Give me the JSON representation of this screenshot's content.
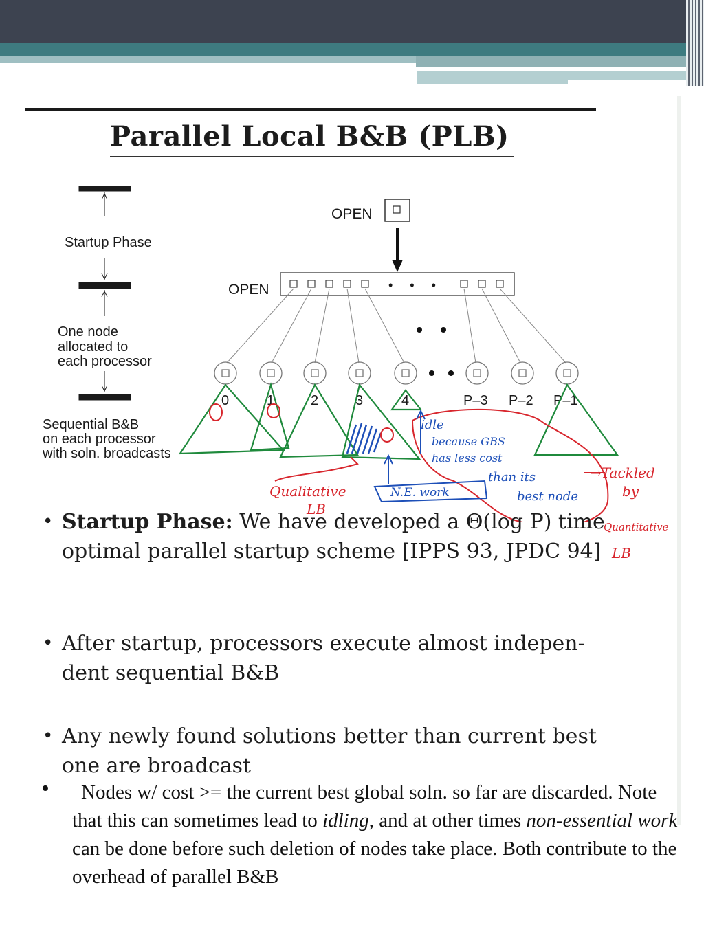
{
  "slide": {
    "title": "Parallel Local B&B (PLB)"
  },
  "diagram": {
    "open_top_label": "OPEN",
    "open_list_label": "OPEN",
    "phases": [
      "Startup Phase",
      "One node",
      "allocated to",
      "each processor",
      "Sequential B&B",
      "on each processor",
      "with soln. broadcasts"
    ],
    "processor_labels": [
      "0",
      "1",
      "2",
      "3",
      "4",
      "P–3",
      "P–2",
      "P–1"
    ],
    "ellipsis": "• • •",
    "annotations": {
      "idle_note": [
        "idle",
        "because GBS",
        "has less cost",
        "than its",
        "best node"
      ],
      "tackled_note": [
        "→Tackled",
        "by",
        "Quantitative",
        "LB"
      ],
      "qualitative_note": [
        "Qualitative",
        "LB"
      ],
      "ne_work": "N.E. work"
    }
  },
  "bullets": [
    {
      "bold_lead": "Startup Phase:",
      "text": " We have developed a Θ(log P) time optimal parallel startup scheme [IPPS 93, JPDC 94]"
    },
    {
      "text": "After startup, processors execute almost indepen-dent sequential B&B"
    },
    {
      "text": "Any newly found solutions better than current best one are broadcast"
    }
  ],
  "final_bullet": {
    "part1": "Nodes w/ cost >= the current best global soln. so far are discarded. Note that this can sometimes lead to ",
    "em1": "idling",
    "part2": ", and at other times ",
    "em2": "non-essential work",
    "part3": " can be done before such deletion of nodes take place. Both contribute to the overhead of parallel B&B"
  },
  "colors": {
    "header_dark": "#3d4350",
    "header_teal": "#3e7b80",
    "ink_green": "#1f8a3c",
    "ink_red": "#d8262d",
    "ink_blue": "#1d4fb8"
  }
}
